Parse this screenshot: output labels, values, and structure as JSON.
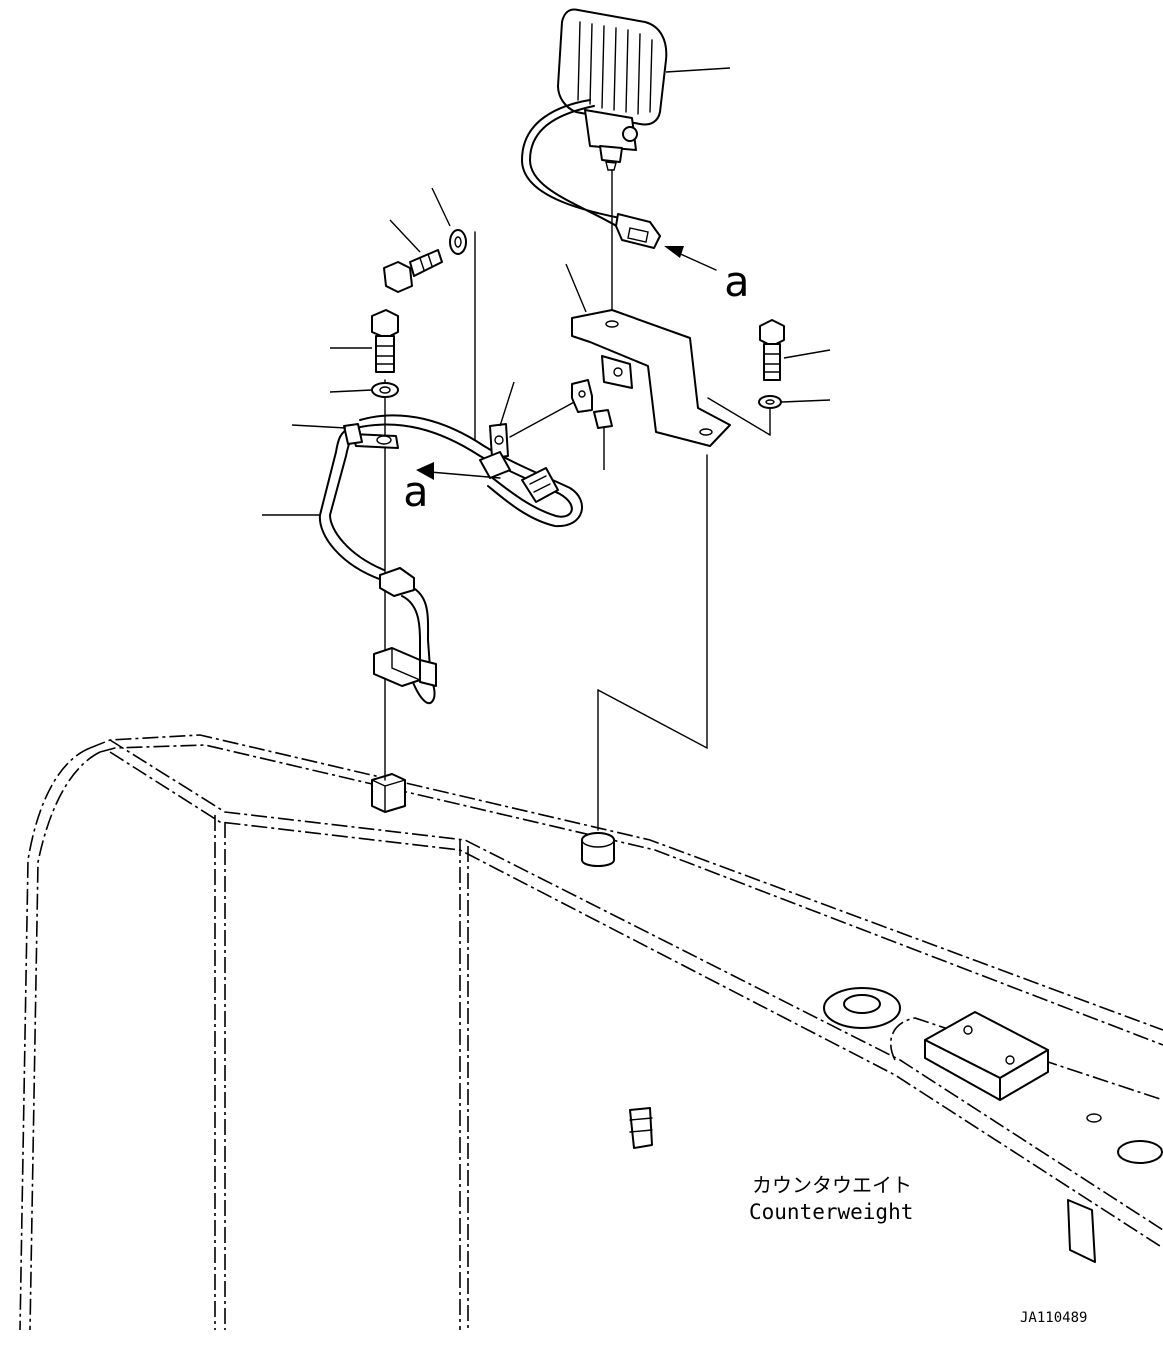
{
  "labels": {
    "arrow_a_top": "a",
    "arrow_a_left": "a",
    "counterweight_jp": "カウンタウエイト",
    "counterweight_en": "Counterweight",
    "drawing_code": "JA110489"
  },
  "colors": {
    "line": "#000000",
    "background": "#ffffff"
  }
}
